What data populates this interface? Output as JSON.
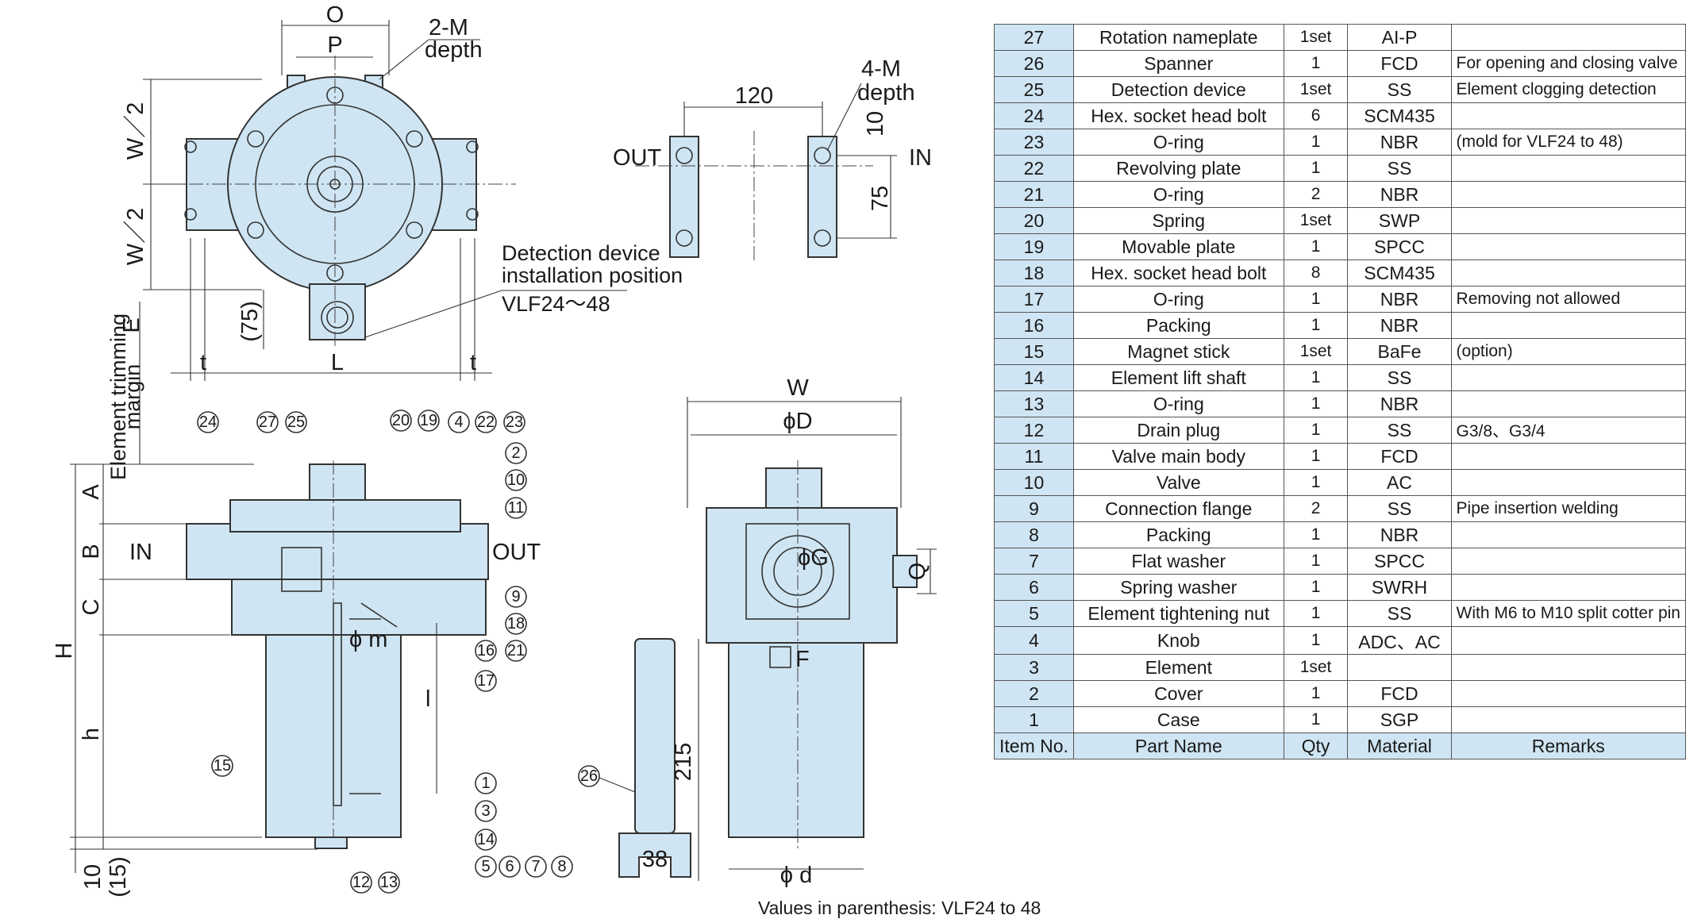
{
  "top_view": {
    "dim_O": "O",
    "dim_P": "P",
    "label_2M": "2-M",
    "label_2M_depth": "depth",
    "dim_W2_upper": "W／2",
    "dim_W2_lower": "W／2",
    "dim_75": "(75)",
    "dim_E": "E",
    "dim_t_left": "t",
    "dim_L": "L",
    "dim_t_right": "t",
    "detection_note_line1": "Detection device",
    "detection_note_line2": "installation position",
    "detection_note_line3": "VLF24～48"
  },
  "flange_view": {
    "dim_120": "120",
    "label_4M": "4-M",
    "label_4M_depth": "depth",
    "label_out": "OUT",
    "label_in": "IN",
    "dim_10": "10",
    "dim_75": "75"
  },
  "section_view": {
    "trimming_margin_line1": "Element trimming",
    "trimming_margin_line2": "margin",
    "dim_A": "A",
    "dim_B": "B",
    "dim_C": "C",
    "dim_H": "H",
    "dim_h": "h",
    "dim_10": "10",
    "dim_15": "(15)",
    "label_in": "IN",
    "label_out": "OUT",
    "dim_m": "ϕ m",
    "dim_l": "l",
    "balloons": [
      "24",
      "27",
      "25",
      "20",
      "19",
      "4",
      "22",
      "23",
      "2",
      "10",
      "11",
      "9",
      "18",
      "16",
      "21",
      "17",
      "15",
      "1",
      "3",
      "14",
      "5",
      "6",
      "7",
      "8",
      "12",
      "13"
    ]
  },
  "side_view": {
    "dim_W": "W",
    "dim_D": "ϕD",
    "dim_G": "ϕG",
    "dim_Q": "Q",
    "dim_F": "F",
    "dim_215": "215",
    "dim_d": "ϕ d",
    "dim_38": "38",
    "balloon_26": "26"
  },
  "parts_table": {
    "headers": [
      "Item No.",
      "Part Name",
      "Qty",
      "Material",
      "Remarks"
    ],
    "rows": [
      [
        "27",
        "Rotation nameplate",
        "1set",
        "AI-P",
        ""
      ],
      [
        "26",
        "Spanner",
        "1",
        "FCD",
        "For opening and closing valve"
      ],
      [
        "25",
        "Detection device",
        "1set",
        "SS",
        "Element clogging detection"
      ],
      [
        "24",
        "Hex. socket head bolt",
        "6",
        "SCM435",
        ""
      ],
      [
        "23",
        "O-ring",
        "1",
        "NBR",
        "(mold for VLF24 to 48)"
      ],
      [
        "22",
        "Revolving plate",
        "1",
        "SS",
        ""
      ],
      [
        "21",
        "O-ring",
        "2",
        "NBR",
        ""
      ],
      [
        "20",
        "Spring",
        "1set",
        "SWP",
        ""
      ],
      [
        "19",
        "Movable plate",
        "1",
        "SPCC",
        ""
      ],
      [
        "18",
        "Hex. socket head bolt",
        "8",
        "SCM435",
        ""
      ],
      [
        "17",
        "O-ring",
        "1",
        "NBR",
        "Removing not allowed"
      ],
      [
        "16",
        "Packing",
        "1",
        "NBR",
        ""
      ],
      [
        "15",
        "Magnet stick",
        "1set",
        "BaFe",
        "(option)"
      ],
      [
        "14",
        "Element lift shaft",
        "1",
        "SS",
        ""
      ],
      [
        "13",
        "O-ring",
        "1",
        "NBR",
        ""
      ],
      [
        "12",
        "Drain plug",
        "1",
        "SS",
        "G3/8、G3/4"
      ],
      [
        "11",
        "Valve main body",
        "1",
        "FCD",
        ""
      ],
      [
        "10",
        "Valve",
        "1",
        "AC",
        ""
      ],
      [
        "9",
        "Connection flange",
        "2",
        "SS",
        "Pipe insertion welding"
      ],
      [
        "8",
        "Packing",
        "1",
        "NBR",
        ""
      ],
      [
        "7",
        "Flat washer",
        "1",
        "SPCC",
        ""
      ],
      [
        "6",
        "Spring washer",
        "1",
        "SWRH",
        ""
      ],
      [
        "5",
        "Element tightening nut",
        "1",
        "SS",
        "With M6 to M10 split cotter pin"
      ],
      [
        "4",
        "Knob",
        "1",
        "ADC、AC",
        ""
      ],
      [
        "3",
        "Element",
        "1set",
        "",
        ""
      ],
      [
        "2",
        "Cover",
        "1",
        "FCD",
        ""
      ],
      [
        "1",
        "Case",
        "1",
        "SGP",
        ""
      ]
    ]
  },
  "footnote": "Values in parenthesis: VLF24 to 48"
}
